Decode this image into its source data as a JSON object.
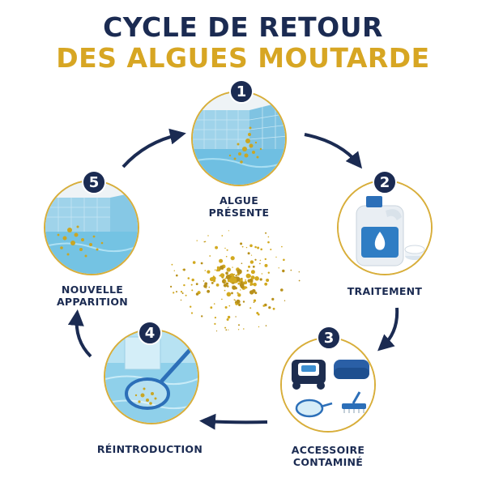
{
  "title": {
    "line1": "CYCLE DE RETOUR",
    "line2": "DES ALGUES MOUTARDE"
  },
  "colors": {
    "navy": "#1b2b52",
    "gold": "#d7a623",
    "ring": "#d8ae3a",
    "water": "#8fd0ea",
    "algae": "#c9a624"
  },
  "steps": [
    {
      "number": "1",
      "line1": "ALGUE",
      "line2": "PRÉSENTE",
      "icon": "pool-corner-algae-icon"
    },
    {
      "number": "2",
      "line1": "TRAITEMENT",
      "line2": "",
      "icon": "chemical-bottle-icon"
    },
    {
      "number": "3",
      "line1": "ACCESSOIRE",
      "line2": "CONTAMINÉ",
      "icon": "pool-accessories-icon"
    },
    {
      "number": "4",
      "line1": "RÉINTRODUCTION",
      "line2": "",
      "icon": "skimmer-net-icon"
    },
    {
      "number": "5",
      "line1": "NOUVELLE",
      "line2": "APPARITION",
      "icon": "pool-corner-algae-icon"
    }
  ]
}
